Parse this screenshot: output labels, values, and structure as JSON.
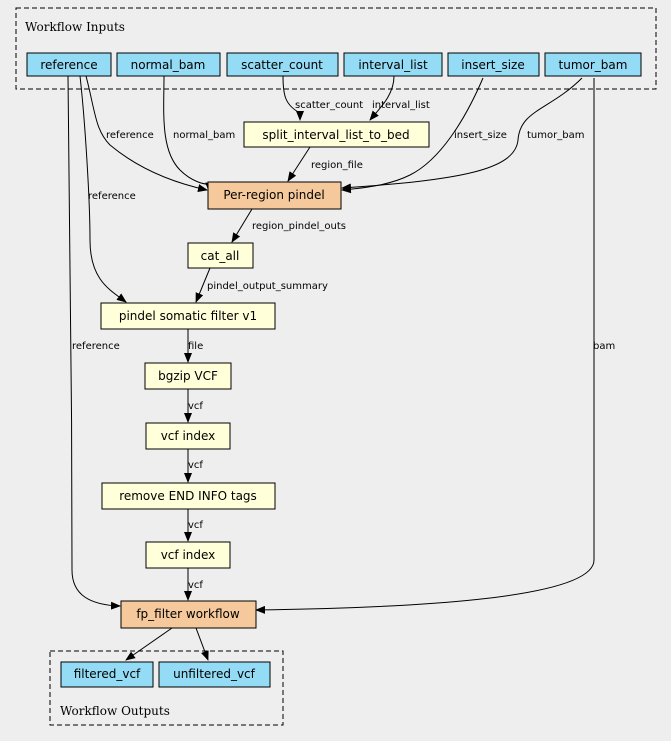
{
  "clusters": {
    "inputs_label": "Workflow Inputs",
    "outputs_label": "Workflow Outputs"
  },
  "nodes": {
    "reference": "reference",
    "normal_bam": "normal_bam",
    "scatter_count": "scatter_count",
    "interval_list": "interval_list",
    "insert_size": "insert_size",
    "tumor_bam": "tumor_bam",
    "split_interval_list_to_bed": "split_interval_list_to_bed",
    "per_region_pindel": "Per-region pindel",
    "cat_all": "cat_all",
    "pindel_somatic_filter": "pindel somatic filter v1",
    "bgzip_vcf": "bgzip VCF",
    "vcf_index_1": "vcf index",
    "remove_end_info": "remove END INFO tags",
    "vcf_index_2": "vcf index",
    "fp_filter": "fp_filter workflow",
    "filtered_vcf": "filtered_vcf",
    "unfiltered_vcf": "unfiltered_vcf"
  },
  "edges": {
    "reference_to_pindel": "reference",
    "normal_bam_to_pindel": "normal_bam",
    "scatter_count_to_split": "scatter_count",
    "interval_list_to_split": "interval_list",
    "insert_size_to_pindel": "insert_size",
    "tumor_bam_to_pindel": "tumor_bam",
    "split_to_pindel": "region_file",
    "reference_to_filter": "reference",
    "pindel_to_cat": "region_pindel_outs",
    "cat_to_filter": "pindel_output_summary",
    "reference_to_fp": "reference",
    "tumor_bam_to_fp": "bam",
    "filter_to_bgzip": "file",
    "bgzip_to_index1": "vcf",
    "index1_to_remove": "vcf",
    "remove_to_index2": "vcf",
    "index2_to_fp": "vcf"
  },
  "colors": {
    "background": "#eeeeee",
    "input_node": "#94dbf5",
    "step_node": "#ffffd9",
    "subworkflow_node": "#f5c99b"
  }
}
